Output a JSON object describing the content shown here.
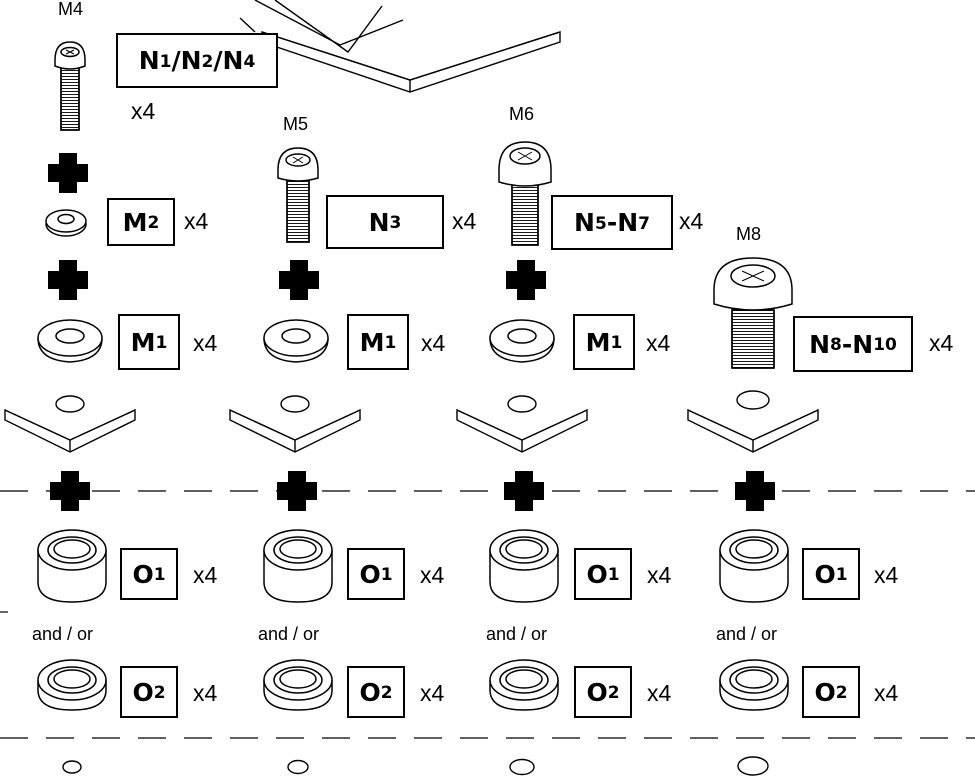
{
  "screw_sizes": {
    "m4": "M4",
    "m5": "M5",
    "m6": "M6",
    "m8": "M8"
  },
  "part_labels": {
    "n124": {
      "main": "N",
      "parts": [
        "1",
        "/N",
        "2",
        "/N",
        "4"
      ]
    },
    "n3": {
      "main": "N",
      "sub": "3"
    },
    "n5n7": {
      "main": "N",
      "sub1": "5",
      "mid": "-N",
      "sub2": "7"
    },
    "n8n10": {
      "main": "N",
      "sub1": "8",
      "mid": "-N",
      "sub2": "10"
    },
    "m1": {
      "main": "M",
      "sub": "1"
    },
    "m2": {
      "main": "M",
      "sub": "2"
    },
    "o1": {
      "main": "O",
      "sub": "1"
    },
    "o2": {
      "main": "O",
      "sub": "2"
    }
  },
  "quantity": "x4",
  "connector": "and / or"
}
